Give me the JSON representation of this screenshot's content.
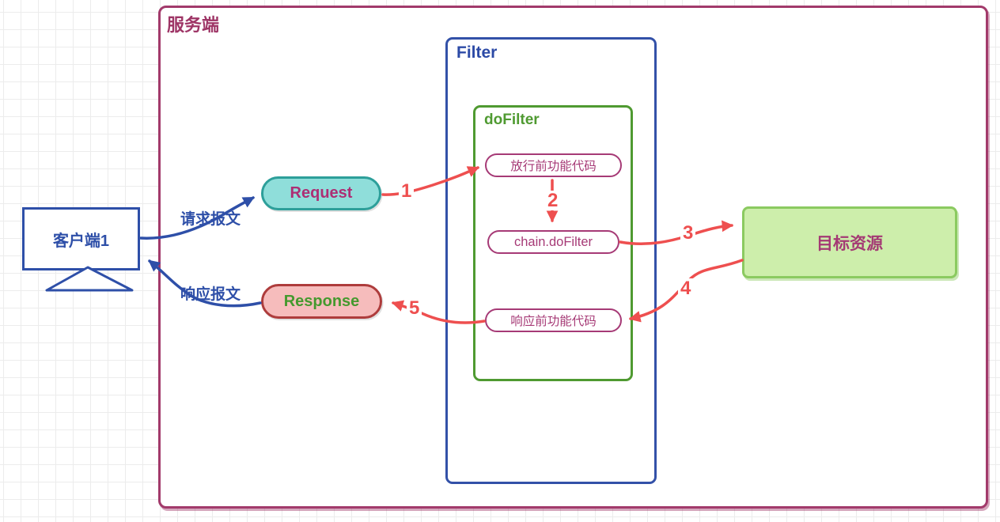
{
  "server": {
    "label": "服务端"
  },
  "filter_box": {
    "label": "Filter"
  },
  "dofilter_box": {
    "label": "doFilter"
  },
  "steps": {
    "before_pass": "放行前功能代码",
    "chain": "chain.doFilter",
    "before_response": "响应前功能代码"
  },
  "client": {
    "label": "客户端1"
  },
  "pills": {
    "request": "Request",
    "response": "Response"
  },
  "target": {
    "label": "目标资源"
  },
  "messages": {
    "request": "请求报文",
    "response": "响应报文"
  },
  "step_numbers": {
    "n1": "1",
    "n2": "2",
    "n3": "3",
    "n4": "4",
    "n5": "5"
  },
  "colors": {
    "server_border": "#a23a6b",
    "filter_border": "#3351a8",
    "dofilter_border": "#4f9a31",
    "pill_border": "#a63a76",
    "arrow_red": "#ee4f4f",
    "arrow_blue": "#2e4fa8",
    "request_fill": "#8fdeda",
    "request_border": "#2d9f9a",
    "request_text": "#ad2e74",
    "response_fill": "#f6bcbc",
    "response_border": "#ae3c3c",
    "response_text": "#45992e",
    "target_fill": "#cdeeab",
    "target_border": "#8bca60",
    "target_text": "#a43a74",
    "grid_line": "#ececec"
  }
}
